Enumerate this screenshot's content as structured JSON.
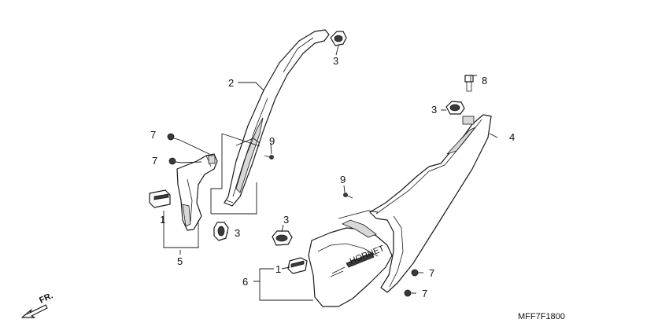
{
  "callouts": {
    "c1_left": "1",
    "c1_bottom": "1",
    "c2": "2",
    "c3_top": "3",
    "c3_right": "3",
    "c3_left_small": "3",
    "c3_bottom": "3",
    "c4": "4",
    "c5": "5",
    "c6": "6",
    "c7_a": "7",
    "c7_b": "7",
    "c7_c": "7",
    "c7_d": "7",
    "c8": "8",
    "c9_left": "9",
    "c9_right": "9"
  },
  "direction_label": "FR.",
  "diagram_code": "MFF7F1800",
  "emblem_text": "HORNET"
}
